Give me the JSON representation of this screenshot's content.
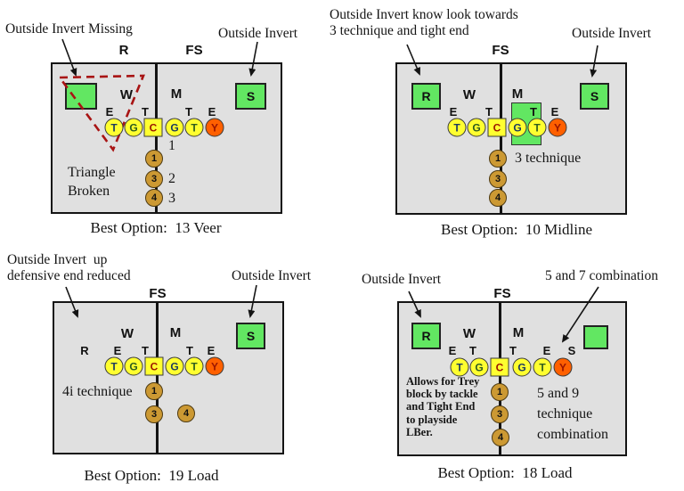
{
  "colors": {
    "field_bg": "#e0e0e0",
    "green_square": "#62e762",
    "lineman_yellow": "#ffff30",
    "tightend_orange": "#ff6000",
    "back_tan": "#cc9933",
    "triangle_red": "#a81414",
    "letter_blue": "#1c3a5e",
    "letter_green": "#2e5c1e",
    "letter_red": "#9b1500"
  },
  "panels": [
    {
      "name": "13 Veer",
      "note_left_lines": [
        "Outside Invert Missing"
      ],
      "note_right": "Outside Invert",
      "label_r": "R",
      "label_fs": "FS",
      "label_w": "W",
      "label_m": "M",
      "square_left_letter": "",
      "square_right_letter": "S",
      "tech_letters": [
        "E",
        "T",
        "T",
        "E"
      ],
      "players": [
        "T",
        "G",
        "C",
        "G",
        "T",
        "Y"
      ],
      "stack": [
        "1",
        "3",
        "4"
      ],
      "stack_side_numbers": [
        "1",
        "2",
        "3"
      ],
      "body_note_lines": [
        "Triangle",
        "Broken"
      ],
      "caption": "Best Option:  13 Veer"
    },
    {
      "name": "10 Midline",
      "note_left_lines": [
        "Outside Invert know look towards",
        "3 technique and tight end"
      ],
      "note_right": "Outside Invert",
      "label_fs": "FS",
      "label_w": "W",
      "label_m": "M",
      "square_left_letter": "R",
      "square_right_letter": "S",
      "tech_letters": [
        "E",
        "T",
        "T",
        "E"
      ],
      "players": [
        "T",
        "G",
        "C",
        "G",
        "T",
        "Y"
      ],
      "stack": [
        "1",
        "3",
        "4"
      ],
      "body_note": "3 technique",
      "caption": "Best Option:  10 Midline"
    },
    {
      "name": "19 Load",
      "note_left_lines": [
        "Outside Invert  up",
        "defensive end reduced"
      ],
      "note_right": "Outside Invert",
      "label_fs": "FS",
      "label_w": "W",
      "label_m": "M",
      "square_right_letter": "S",
      "tech_letters": [
        "R",
        "E",
        "T",
        "T",
        "E"
      ],
      "players": [
        "T",
        "G",
        "C",
        "G",
        "T",
        "Y"
      ],
      "stack": [
        "1",
        "3",
        "4"
      ],
      "body_note": "4i technique",
      "caption": "Best Option:  19 Load"
    },
    {
      "name": "18 Load",
      "note_left_lines": [
        "Outside Invert"
      ],
      "note_right": "5 and 7 combination",
      "label_fs": "FS",
      "label_w": "W",
      "label_m": "M",
      "square_left_letter": "R",
      "square_right_letter": "",
      "tech_letters": [
        "E",
        "T",
        "T",
        "E",
        "S"
      ],
      "players": [
        "T",
        "G",
        "C",
        "G",
        "T",
        "Y"
      ],
      "stack": [
        "1",
        "3",
        "4"
      ],
      "body_bold_lines": [
        "Allows for Trey",
        "block by tackle",
        "and Tight End",
        "to playside",
        "LBer."
      ],
      "body_note_lines": [
        "5 and 9",
        "technique",
        "combination"
      ],
      "caption": "Best Option:  18 Load"
    }
  ]
}
